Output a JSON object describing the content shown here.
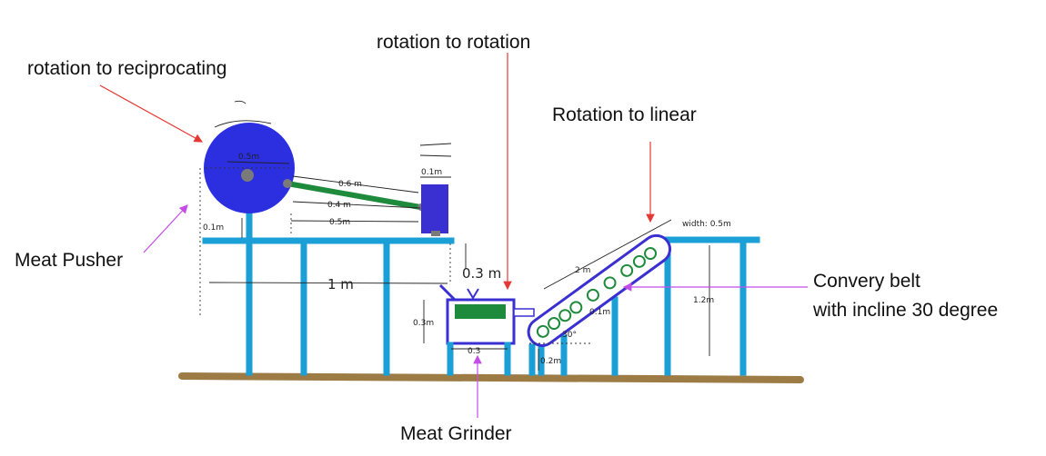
{
  "labels": {
    "rotation_to_reciprocating": "rotation to reciprocating",
    "rotation_to_rotation": "rotation to rotation",
    "rotation_to_linear": "Rotation to linear",
    "meat_pusher": "Meat Pusher",
    "conveyor_belt_line1": "Convery belt",
    "conveyor_belt_line2": "with incline 30 degree",
    "meat_grinder": "Meat Grinder"
  },
  "dimensions": {
    "wheel_diameter": "0.5m",
    "rod_length": "0.6 m",
    "stroke": "0.4 m",
    "base_offset": "0.5m",
    "pusher_block_width": "0.1m",
    "wheel_post_height": "0.1m",
    "gap_to_grinder": "1 m",
    "hopper_height": "0.3 m",
    "grinder_height": "0.3m",
    "grinder_width": "0.3",
    "belt_length": "2 m",
    "belt_roller": "0.1m",
    "incline_angle": "30°",
    "belt_base_height": "0.2m",
    "belt_width": "width: 0.5m",
    "stand_height": "1.2m"
  },
  "colors": {
    "wheel": "#2b2fe0",
    "frame": "#1a9fd6",
    "rod": "#1e8a3c",
    "ground": "#9c7b45",
    "pusher_block": "#3a2fd0",
    "annotation_red": "#e53935",
    "annotation_purple": "#c44de8"
  }
}
